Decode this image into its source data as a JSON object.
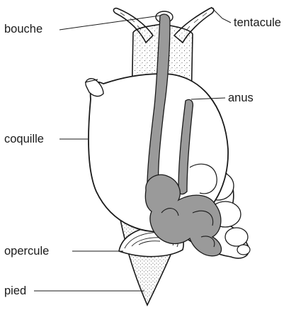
{
  "labels": {
    "bouche": "bouche",
    "tentacule": "tentacule",
    "anus": "anus",
    "coquille": "coquille",
    "opercule": "opercule",
    "pied": "pied"
  },
  "colors": {
    "ink": "#1a1a1a",
    "organ_gray": "#9a9a9a",
    "shell_fill": "#ffffff"
  }
}
